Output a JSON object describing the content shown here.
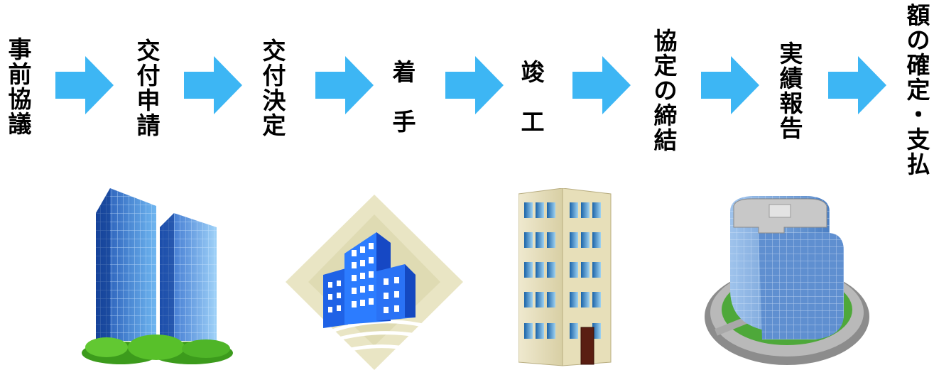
{
  "steps": [
    {
      "id": "pre-consultation",
      "chars": [
        "事",
        "前",
        "協",
        "議"
      ]
    },
    {
      "id": "grant-application",
      "chars": [
        "交",
        "付",
        "申",
        "請"
      ]
    },
    {
      "id": "grant-decision",
      "chars": [
        "交",
        "付",
        "決",
        "定"
      ]
    },
    {
      "id": "start-work",
      "chars": [
        "着",
        "手"
      ]
    },
    {
      "id": "completion",
      "chars": [
        "竣",
        "工"
      ]
    },
    {
      "id": "agreement",
      "chars": [
        "協",
        "定",
        "の",
        "締",
        "結"
      ]
    },
    {
      "id": "results-report",
      "chars": [
        "実",
        "績",
        "報",
        "告"
      ]
    },
    {
      "id": "amount-confirm-payment",
      "chars": [
        "額",
        "の",
        "確",
        "定",
        "・",
        "支",
        "払"
      ]
    }
  ],
  "colors": {
    "arrow": "#3db6f4"
  },
  "icons": [
    "twin-towers-icon",
    "diamond-office-icon",
    "tall-building-icon",
    "round-tower-icon"
  ]
}
